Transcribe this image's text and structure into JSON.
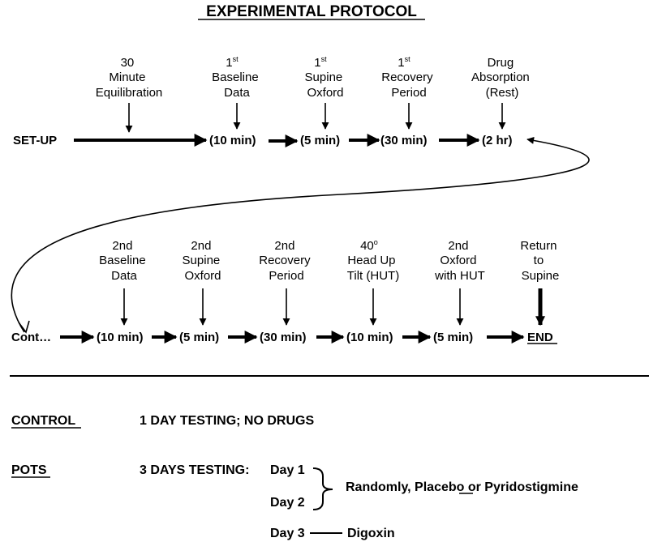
{
  "title": "EXPERIMENTAL PROTOCOL",
  "row1": {
    "start": "SET-UP",
    "steps": [
      {
        "lines": [
          "30",
          "Minute",
          "Equilibration"
        ]
      },
      {
        "lines": [
          "1",
          "Baseline",
          "Data"
        ],
        "sup": "st",
        "stage": "(10 min)"
      },
      {
        "lines": [
          "1",
          "Supine",
          "Oxford"
        ],
        "sup": "st",
        "stage": "(5 min)"
      },
      {
        "lines": [
          "1",
          "Recovery",
          "Period"
        ],
        "sup": "st",
        "stage": "(30 min)"
      },
      {
        "lines": [
          "Drug",
          "Absorption",
          "(Rest)"
        ],
        "stage": "(2 hr)"
      }
    ]
  },
  "row2": {
    "start": "Cont…",
    "end": "END",
    "steps": [
      {
        "lines": [
          "2nd",
          "Baseline",
          "Data"
        ],
        "stage": "(10 min)"
      },
      {
        "lines": [
          "2nd",
          "Supine",
          "Oxford"
        ],
        "stage": "(5 min)"
      },
      {
        "lines": [
          "2nd",
          "Recovery",
          "Period"
        ],
        "stage": "(30 min)"
      },
      {
        "lines": [
          "40",
          "Head Up",
          "Tilt (HUT)"
        ],
        "sup": "o",
        "stage": "(10 min)"
      },
      {
        "lines": [
          "2nd",
          "Oxford",
          "with HUT"
        ],
        "stage": "(5 min)"
      },
      {
        "lines": [
          "Return",
          "to",
          "Supine"
        ]
      }
    ]
  },
  "control": {
    "label": "CONTROL",
    "text": "1 DAY TESTING; NO DRUGS"
  },
  "pots": {
    "label": "POTS",
    "text": "3 DAYS TESTING:",
    "day1": "Day 1",
    "day2": "Day 2",
    "randomly": "Randomly, Placebo ",
    "or": "or",
    "drug": " Pyridostigmine",
    "day3": "Day 3",
    "digoxin": "Digoxin"
  }
}
